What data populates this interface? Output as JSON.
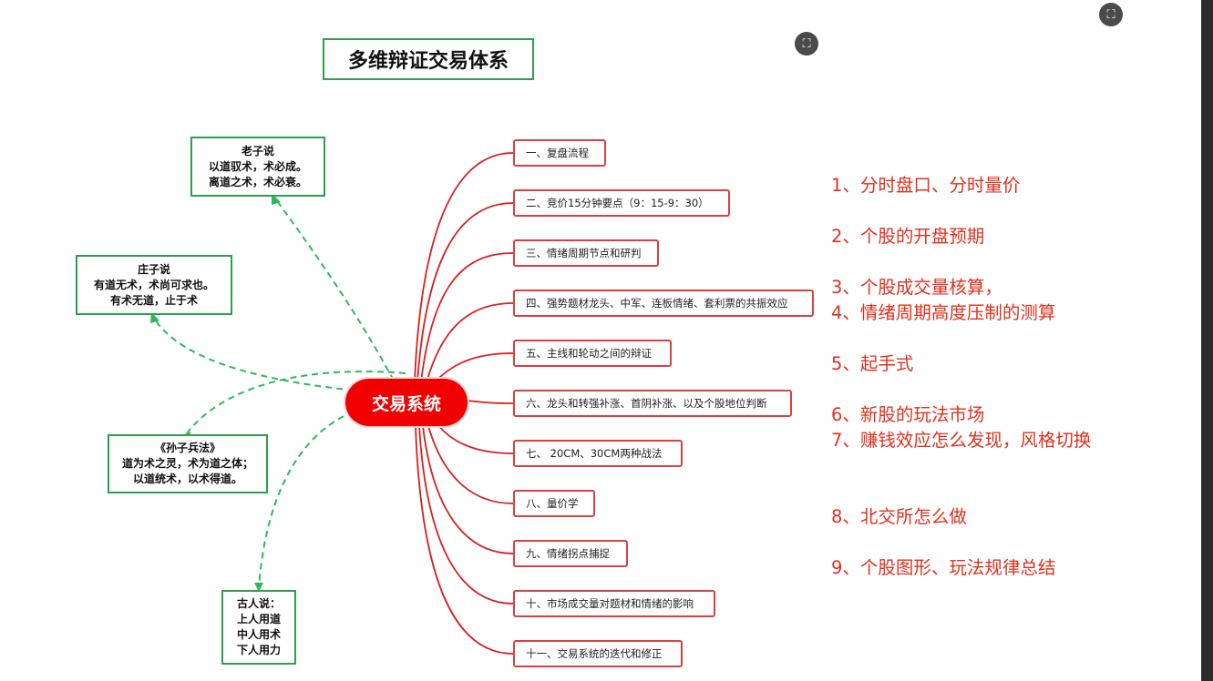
{
  "title": "多维辩证交易体系",
  "icons": {
    "expand": "expand-image-icon"
  },
  "center": "交易系统",
  "steps": [
    "一、复盘流程",
    "二、竞价15分钟要点（9：15-9：30）",
    "三、情绪周期节点和研判",
    "四、强势题材龙头、中军、连板情绪、套利票的共振效应",
    "五、主线和轮动之间的辩证",
    "六、龙头和转强补涨、首阴补涨、以及个股地位判断",
    "七、 20CM、30CM两种战法",
    "八、量价学",
    "九、情绪拐点捕捉",
    "十、市场成交量对题材和情绪的影响",
    "十一、交易系统的迭代和修正"
  ],
  "quotes": [
    {
      "lines": [
        "老子说",
        "以道驭术，术必成。",
        "离道之术，术必衰。"
      ]
    },
    {
      "lines": [
        "庄子说",
        "有道无术，术尚可求也。",
        "有术无道，止于术"
      ]
    },
    {
      "lines": [
        "《孙子兵法》",
        "道为术之灵，术为道之体；",
        "以道统术，以术得道。"
      ]
    },
    {
      "lines": [
        "古人说：",
        "上人用道",
        "中人用术",
        "下人用力"
      ]
    }
  ],
  "notes": [
    "1、分时盘口、分时量价",
    "2、个股的开盘预期",
    "3、个股成交量核算，",
    "4、情绪周期高度压制的测算",
    "5、起手式",
    "6、新股的玩法市场",
    "7、赚钱效应怎么发现，风格切换",
    "8、北交所怎么做",
    "9、个股图形、玩法规律总结"
  ],
  "colors": {
    "branch": "#d62020",
    "quote_link": "#2eb85c",
    "center": "#f00000",
    "note": "#e0301e"
  }
}
